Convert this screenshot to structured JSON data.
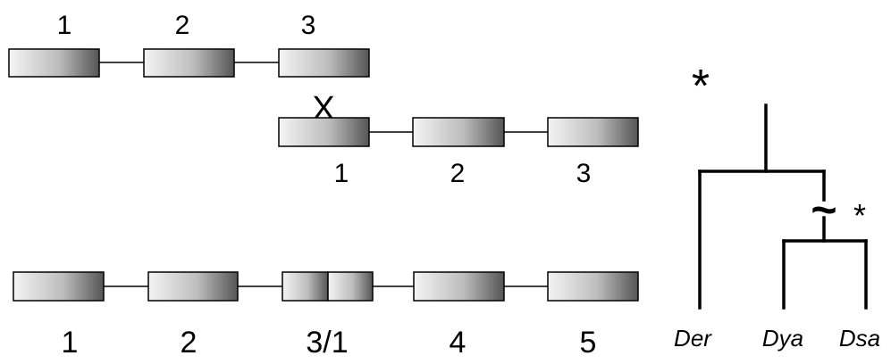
{
  "gene_a": {
    "labels": [
      "1",
      "2",
      "3"
    ]
  },
  "crossover": {
    "symbol": "X"
  },
  "gene_b": {
    "labels": [
      "1",
      "2",
      "3"
    ]
  },
  "fusion": {
    "labels": [
      "1",
      "2",
      "3/1",
      "4",
      "5"
    ]
  },
  "tree": {
    "species": [
      "Der",
      "Dya",
      "Dsa"
    ],
    "root_mark": "*",
    "branch_mark": "*",
    "break_symbol": "~"
  }
}
